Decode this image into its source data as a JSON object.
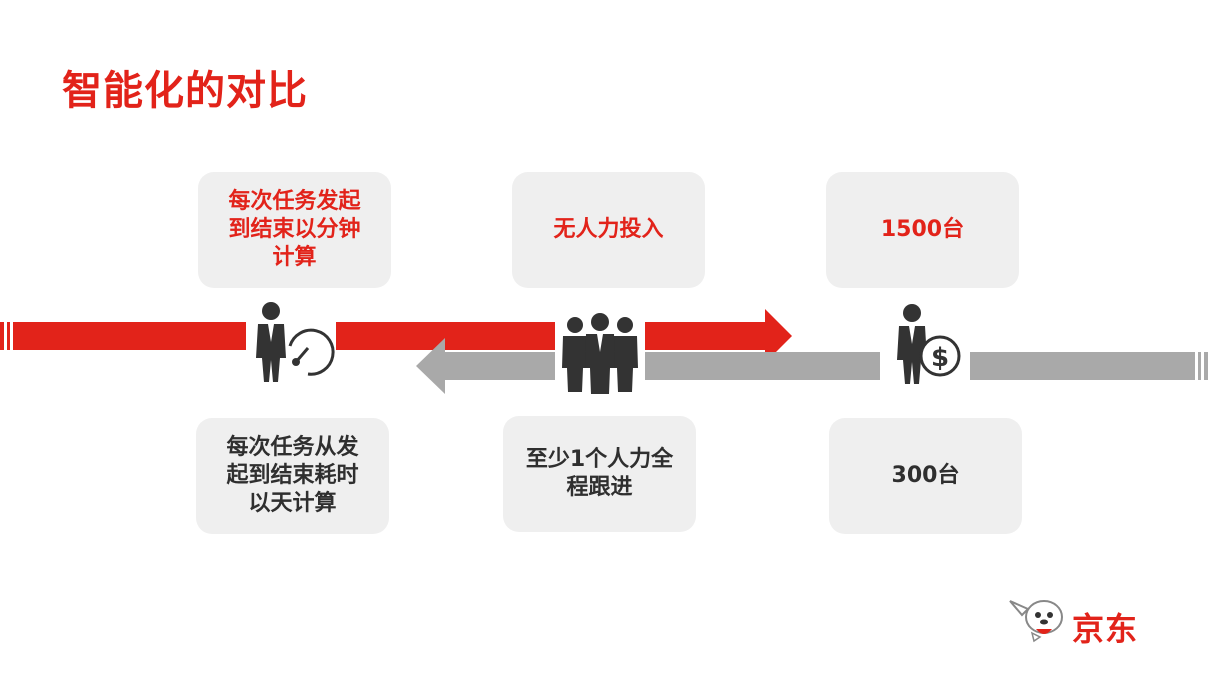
{
  "slide": {
    "title": "智能化的对比",
    "top_boxes": [
      {
        "lines": [
          "每次任务发起",
          "到结束以分钟",
          "计算"
        ]
      },
      {
        "lines": [
          "无人力投入"
        ]
      },
      {
        "lines": [
          "1500台"
        ]
      }
    ],
    "bottom_boxes": [
      {
        "lines": [
          "每次任务从发",
          "起到结束耗时",
          "以天计算"
        ]
      },
      {
        "lines": [
          "至少1个人力全",
          "程跟进"
        ]
      },
      {
        "lines": [
          "300台"
        ]
      }
    ],
    "icons": [
      "person-stopwatch-icon",
      "team-icon",
      "person-dollar-icon"
    ],
    "logo_text": "京东"
  },
  "colors": {
    "accent": "#e2231a",
    "gray_band": "#a9a9a9",
    "box_bg": "#efefef",
    "text_dark": "#2f2f2f"
  }
}
